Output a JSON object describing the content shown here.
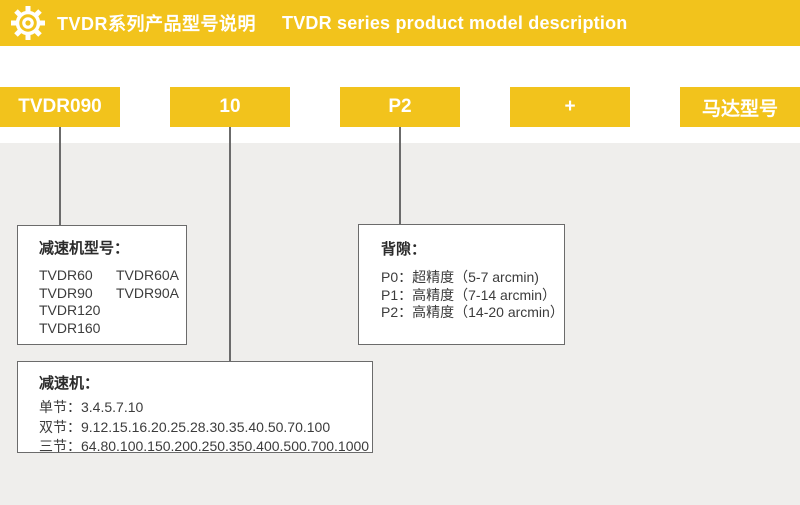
{
  "colors": {
    "accent_yellow": "#F2C31C",
    "panel_gray": "#EFEEEC",
    "border_gray": "#6B6B6B",
    "text_dark": "#3C3C3C"
  },
  "header": {
    "icon": "gear-icon",
    "title_zh": "TVDR系列产品型号说明",
    "title_en": "TVDR series product model description"
  },
  "model_code": {
    "segments": [
      "TVDR090",
      "10",
      "P2",
      "+",
      "马达型号"
    ]
  },
  "boxes": {
    "gearbox_model": {
      "title": "减速机型号：",
      "col1": [
        "TVDR60",
        "TVDR90",
        "TVDR120",
        "TVDR160"
      ],
      "col2": [
        "TVDR60A",
        "TVDR90A"
      ]
    },
    "backlash": {
      "title": "背隙：",
      "lines": [
        "P0：超精度（5-7 arcmin)",
        "P1：高精度（7-14 arcmin）",
        "P2：高精度（14-20 arcmin）"
      ]
    },
    "ratio": {
      "title": "减速机：",
      "lines": [
        "单节：3.4.5.7.10",
        "双节：9.12.15.16.20.25.28.30.35.40.50.70.100",
        "三节：64.80.100.150.200.250.350.400.500.700.1000"
      ]
    }
  }
}
